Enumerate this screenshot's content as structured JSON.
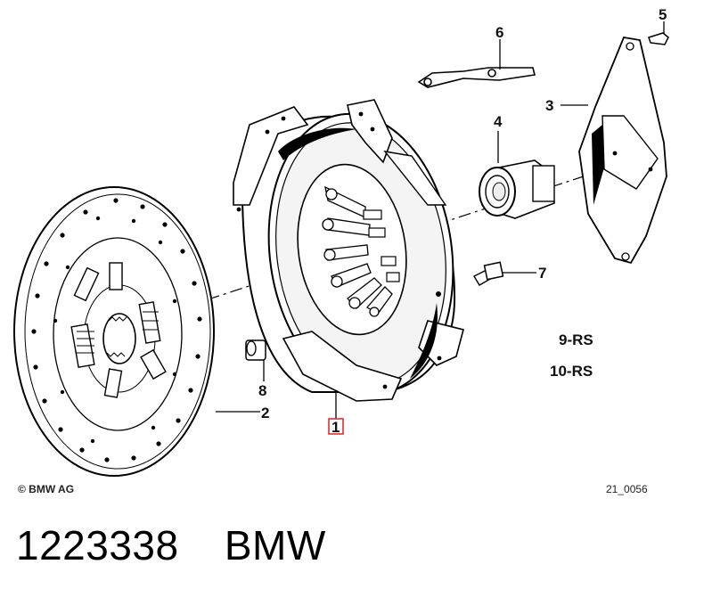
{
  "diagram": {
    "callouts": {
      "c1": "1",
      "c2": "2",
      "c3": "3",
      "c4": "4",
      "c5": "5",
      "c6": "6",
      "c7": "7",
      "c8": "8"
    },
    "notes": {
      "n1": "9-RS",
      "n2": "10-RS"
    },
    "copyright": "© BMW AG",
    "figure_code": "21_0056",
    "highlight_color": "#e03030"
  },
  "caption": {
    "part_number": "1223338",
    "brand": "BMW"
  }
}
